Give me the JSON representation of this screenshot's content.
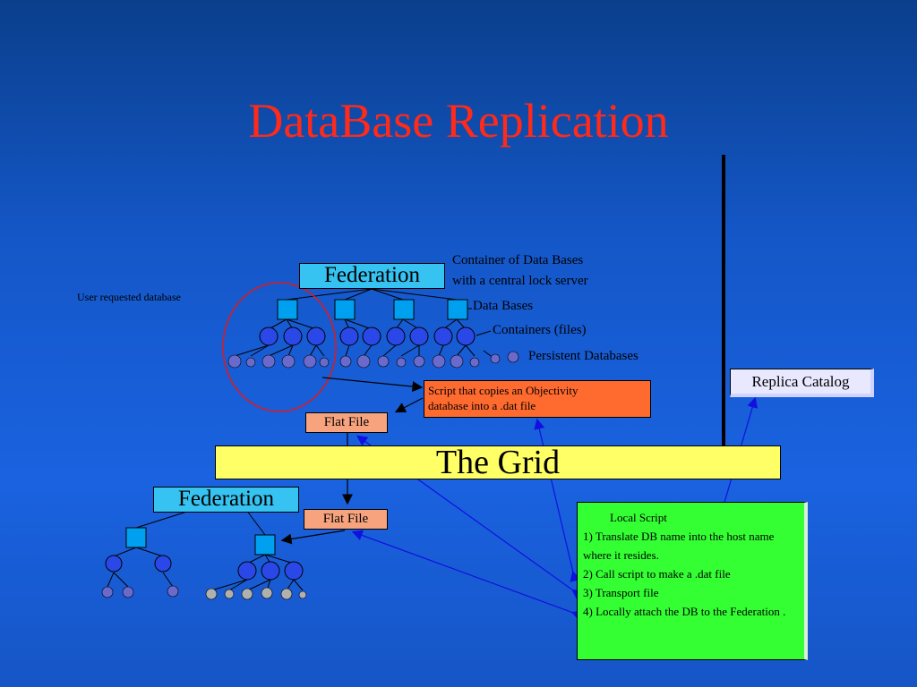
{
  "title": "DataBase Replication",
  "top_federation": "Federation",
  "container_note_line1": "Container of Data Bases",
  "container_note_line2": "with a central lock server",
  "user_requested_label": "User requested database",
  "data_bases_label": "Data Bases",
  "containers_label": "Containers (files)",
  "persistent_label": "Persistent Databases",
  "script_box_line1": "Script that copies an Objectivity",
  "script_box_line2": "database into a .dat file",
  "replica_catalog": "Replica Catalog",
  "flat_file_top": "Flat File",
  "the_grid": "The Grid",
  "bottom_federation": "Federation",
  "flat_file_bottom": "Flat File",
  "local_script": {
    "title": "Local Script",
    "steps": [
      "1) Translate DB name into the host name where it resides.",
      "2) Call script to make a .dat file",
      "3) Transport file",
      "4) Locally attach the DB to the Federation ."
    ]
  },
  "colors": {
    "title": "#ff2a1a",
    "federation": "#36c3f2",
    "flat_file": "#f7a37e",
    "script": "#ff6a2f",
    "grid": "#ffff66",
    "local_script": "#33ff33",
    "arrow_blue": "#1010e0",
    "circle_red": "#e01a1a"
  }
}
